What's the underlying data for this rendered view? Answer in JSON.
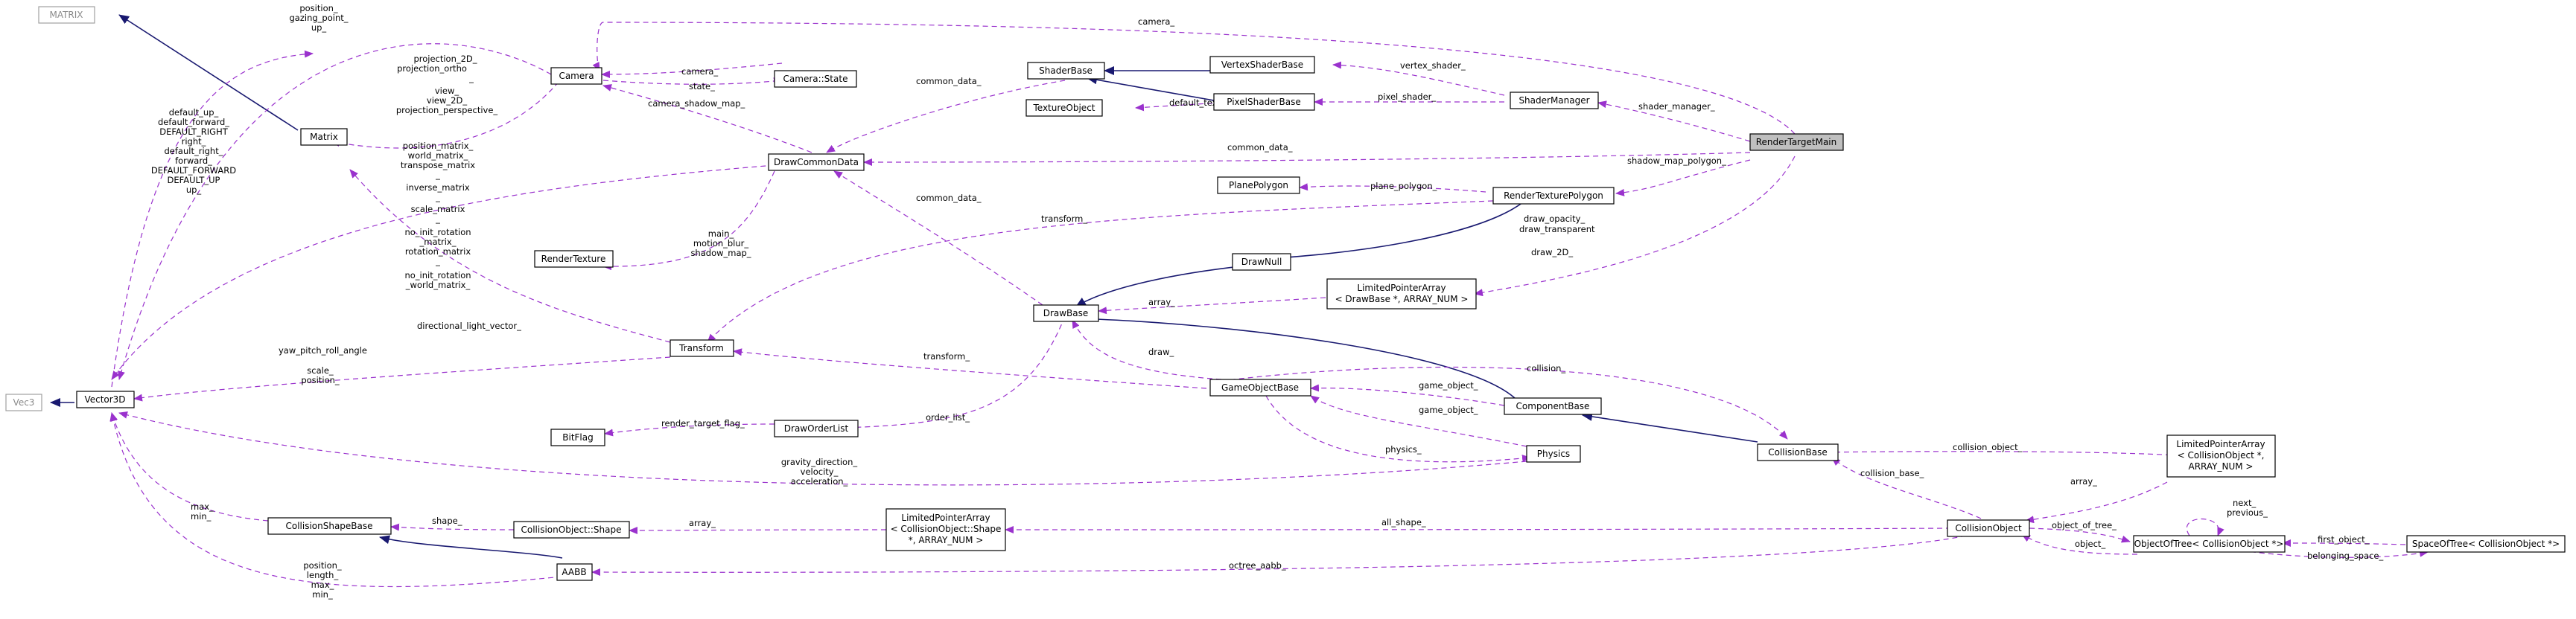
{
  "nodes": {
    "MATRIX": "MATRIX",
    "Camera": "Camera",
    "CameraState": "Camera::State",
    "ShaderBase": "ShaderBase",
    "VertexShaderBase": "VertexShaderBase",
    "TextureObject": "TextureObject",
    "PixelShaderBase": "PixelShaderBase",
    "ShaderManager": "ShaderManager",
    "RenderTargetMain": "RenderTargetMain",
    "Matrix": "Matrix",
    "DrawCommonData": "DrawCommonData",
    "PlanePolygon": "PlanePolygon",
    "RenderTexturePolygon": "RenderTexturePolygon",
    "RenderTexture": "RenderTexture",
    "DrawNull": "DrawNull",
    "LimitedDraw": [
      "LimitedPointerArray",
      "< DrawBase *, ARRAY_NUM >"
    ],
    "DrawBase": "DrawBase",
    "Transform": "Transform",
    "Vec3": "Vec3",
    "Vector3D": "Vector3D",
    "GameObjectBase": "GameObjectBase",
    "ComponentBase": "ComponentBase",
    "Physics": "Physics",
    "BitFlag": "BitFlag",
    "DrawOrderList": "DrawOrderList",
    "CollisionBase": "CollisionBase",
    "LimitedColl": [
      "LimitedPointerArray",
      "< CollisionObject *,",
      "ARRAY_NUM >"
    ],
    "CollisionShapeBase": "CollisionShapeBase",
    "CollisionObjectShape": "CollisionObject::Shape",
    "LimitedShape": [
      "LimitedPointerArray",
      "< CollisionObject::Shape",
      "*, ARRAY_NUM >"
    ],
    "CollisionObject": "CollisionObject",
    "ObjectOfTree": "ObjectOfTree< CollisionObject *>",
    "SpaceOfTree": "SpaceOfTree< CollisionObject *>",
    "AABB": "AABB"
  },
  "labels": {
    "camera_top": "camera_",
    "position_gazing_up": [
      "position_",
      "gazing_point_",
      "up_"
    ],
    "camera_state": [
      "camera_",
      "state_"
    ],
    "projection_2d": [
      "projection_2D_",
      "projection_ortho",
      "_"
    ],
    "view_2d": [
      "view_",
      "view_2D_",
      "projection_perspective_"
    ],
    "common_data_1": "common_data_",
    "camera_shadow_map": "camera_shadow_map_",
    "vertex_shader": "vertex_shader_",
    "default_texture": "default_texture_",
    "pixel_shader": "pixel_shader_",
    "shader_manager": "shader_manager_",
    "common_data_2": "common_data_",
    "shadow_map_polygon": "shadow_map_polygon_",
    "plane_polygon": "plane_polygon_",
    "transform_label": "transform_",
    "common_data_3": "common_data_",
    "draw_opacity": [
      "draw_opacity_",
      "draw_transparent"
    ],
    "draw_2d": "draw_2D_",
    "default_up": [
      "default_up_",
      "default_forward_",
      "DEFAULT_RIGHT",
      "right_",
      "default_right_",
      "forward_",
      "DEFAULT_FORWARD",
      "DEFAULT_UP",
      "up_"
    ],
    "position_matrix": [
      "position_matrix_",
      "world_matrix_",
      "transpose_matrix",
      "_",
      "inverse_matrix",
      "_",
      "scale_matrix",
      "_",
      "no_init_rotation",
      "_matrix_",
      "rotation_matrix",
      "_",
      "no_init_rotation",
      "_world_matrix_"
    ],
    "main_motion": [
      "main_",
      "motion_blur_",
      "shadow_map_"
    ],
    "array_1": "array_",
    "directional_light": "directional_light_vector_",
    "yaw_pitch": "yaw_pitch_roll_angle",
    "scale_position": [
      "scale_",
      "position_"
    ],
    "transform_2": "transform_",
    "draw_label": "draw_",
    "collision_label": "collision_",
    "game_object_1": "game_object_",
    "game_object_2": "game_object_",
    "physics_label": "physics_",
    "render_target_flag": "render_target_flag_",
    "order_list": "order_list_",
    "gravity": [
      "gravity_direction_",
      "velocity_",
      "acceleration_"
    ],
    "collision_object": "collision_object_",
    "collision_base": "collision_base_",
    "array_2": "array_",
    "max_min": [
      "max_",
      "min_"
    ],
    "shape_label": "shape_",
    "array_3": "array_",
    "all_shape": "all_shape_",
    "object_of_tree": "object_of_tree_",
    "object_label": "object_",
    "next_previous": [
      "next_",
      "previous_"
    ],
    "first_object": "first_object_",
    "belonging_space": "belonging_space_",
    "octree_aabb": "octree_aabb_",
    "position_length": [
      "position_",
      "length_",
      "max_",
      "min_"
    ]
  },
  "colors": {
    "dependency": "#9a32cd",
    "inheritance": "#191970",
    "main_fill": "#bfbfbf"
  }
}
